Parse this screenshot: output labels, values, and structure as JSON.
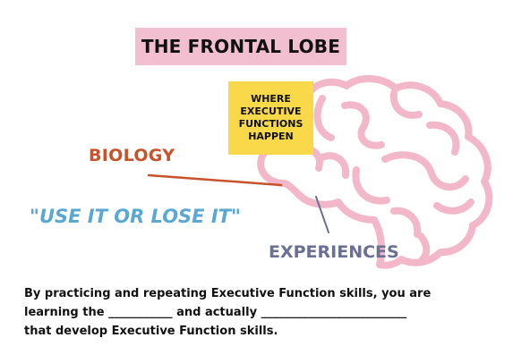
{
  "title": "THE FRONTAL LOBE",
  "callout": {
    "lines": [
      "WHERE",
      "EXECUTIVE",
      "FUNCTIONS",
      "HAPPEN"
    ]
  },
  "labels": {
    "biology": "BIOLOGY",
    "use_it": "\"USE IT OR LOSE IT\"",
    "experiences": "EXPERIENCES"
  },
  "paragraph": {
    "line1": "By practicing and repeating Executive Function skills, you are",
    "line2": "learning the ___________ and actually _________________________",
    "line3": "that develop Executive Function skills."
  },
  "colors": {
    "title_bg": "#f2bfd0",
    "brain": "#f2b7c9",
    "callout_bg": "#f9d84a",
    "biology": "#c8522a",
    "use_it": "#5aa7d1",
    "experiences": "#6b6f94"
  },
  "icons": [
    "brain-icon"
  ]
}
